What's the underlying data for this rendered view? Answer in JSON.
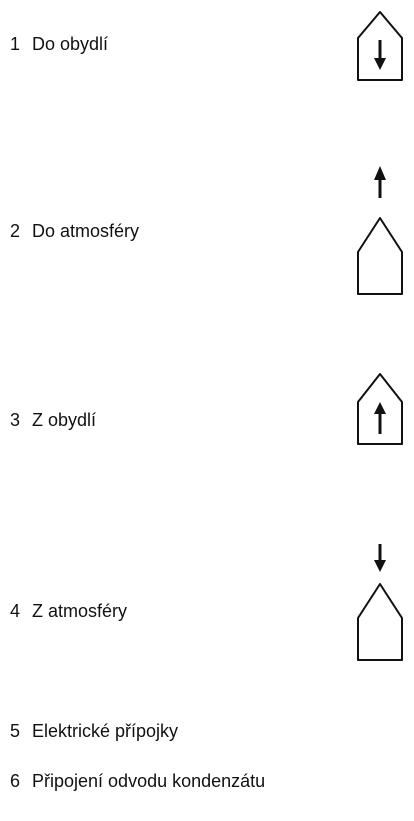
{
  "items": [
    {
      "number": "1",
      "label": "Do obydlí",
      "icon": "house-arrow-down-inside-icon"
    },
    {
      "number": "2",
      "label": "Do atmosféry",
      "icon": "house-arrow-up-above-icon"
    },
    {
      "number": "3",
      "label": "Z obydlí",
      "icon": "house-arrow-up-inside-icon"
    },
    {
      "number": "4",
      "label": "Z atmosféry",
      "icon": "house-arrow-down-above-icon"
    },
    {
      "number": "5",
      "label": "Elektrické přípojky"
    },
    {
      "number": "6",
      "label": "Připojení odvodu kondenzátu"
    }
  ]
}
